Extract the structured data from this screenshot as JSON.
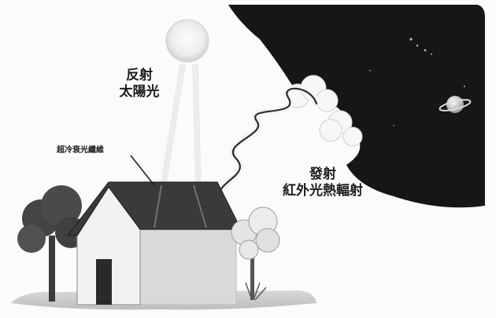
{
  "labels": {
    "reflect": [
      "反射",
      "太陽光"
    ],
    "emit": [
      "發射",
      "紅外光熱輻射"
    ],
    "fiber": "超冷衰光纖維"
  },
  "icons": [
    "sun-icon",
    "planet-icon",
    "house-icon",
    "tree-icon",
    "bush-icon",
    "cloud-icon",
    "infrared-wave-icon"
  ],
  "colors": {
    "space": "#161616",
    "cloud": "#f7f7f7",
    "roof": "#3a3a3a",
    "house_wall": "#f2f2f2",
    "house_side": "#d9d9d9",
    "door": "#2a2a2a",
    "tree": "#464646",
    "ground": "#cfcfcf"
  }
}
